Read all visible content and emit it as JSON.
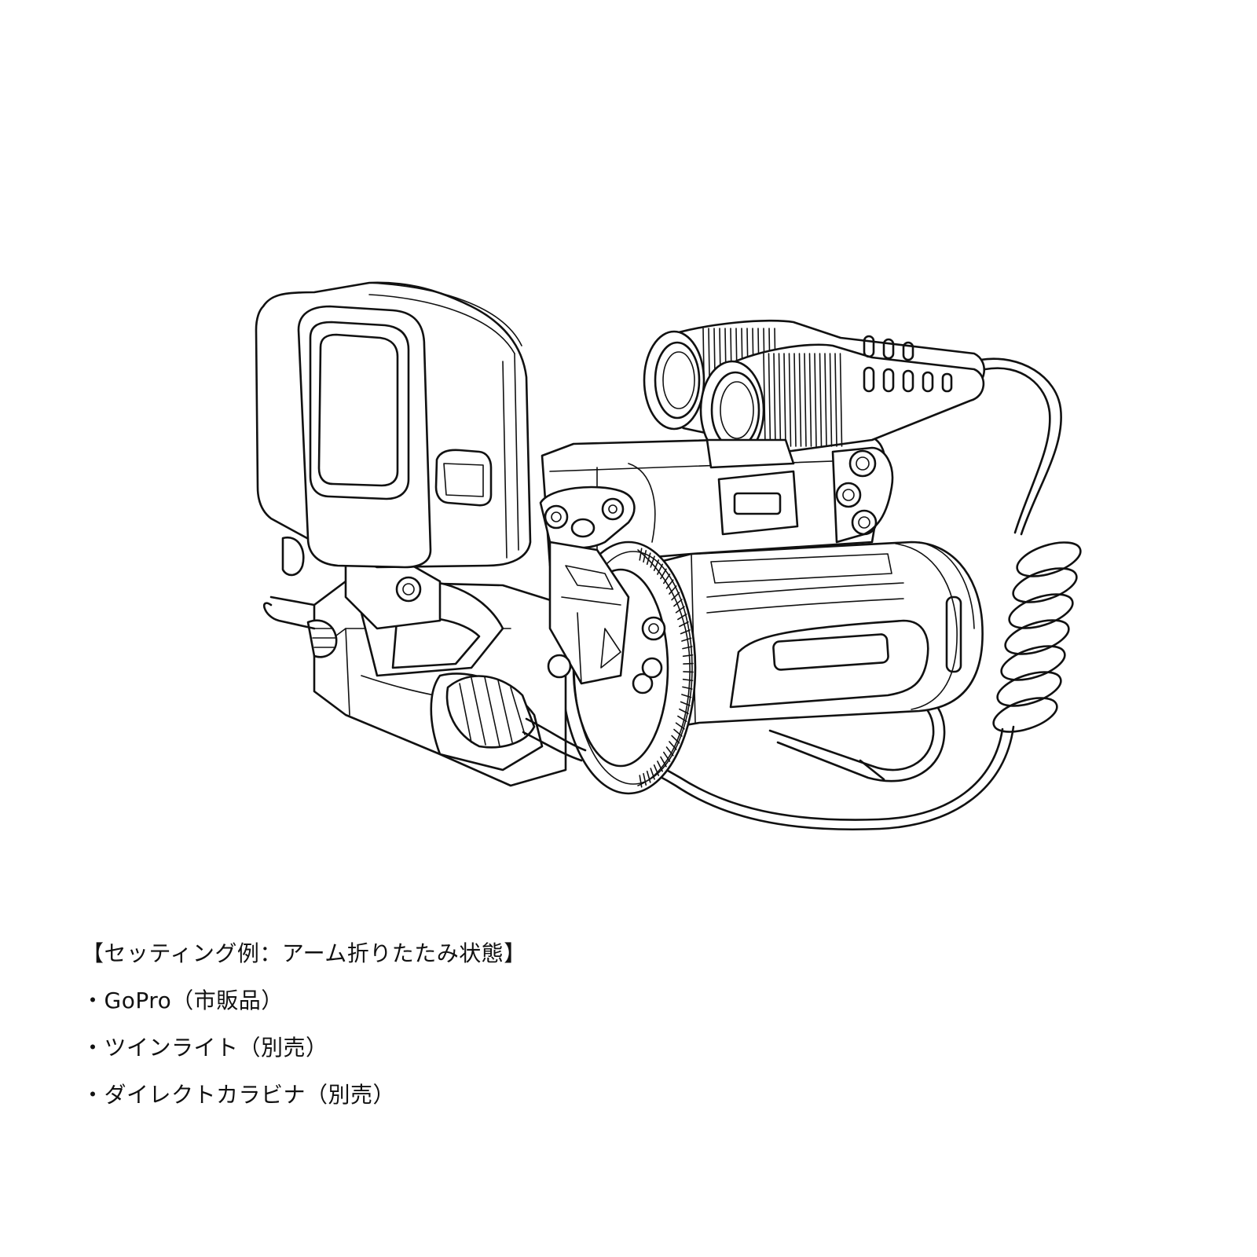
{
  "caption": {
    "title": "【セッティング例：アーム折りたたみ状態】",
    "items": [
      "・GoPro（市販品）",
      "・ツインライト（別売）",
      "・ダイレクトカラビナ（別売）"
    ]
  },
  "illustration": {
    "parts": [
      "gopro-camera",
      "twin-light",
      "direct-carabiner",
      "coiled-cable",
      "mount-body"
    ],
    "line_color": "#111111",
    "background": "#ffffff"
  }
}
